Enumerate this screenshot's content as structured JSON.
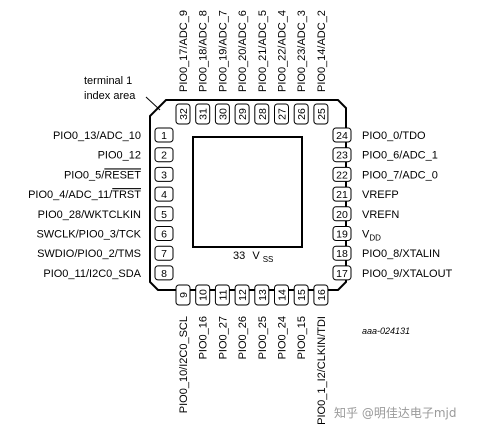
{
  "index_label": [
    "terminal 1",
    "index area"
  ],
  "center_label": "33",
  "center_sub": "V",
  "center_subscript": "SS",
  "figure_id": "aaa-024131",
  "watermark": "知乎 @明佳达电子mjd",
  "pins": {
    "left": [
      {
        "num": "1",
        "name": "PIO0_13/ADC_10"
      },
      {
        "num": "2",
        "name": "PIO0_12"
      },
      {
        "num": "3",
        "name": "PIO0_5/",
        "over": "RESET"
      },
      {
        "num": "4",
        "name": "PIO0_4/ADC_11/",
        "over": "TRST"
      },
      {
        "num": "5",
        "name": "PIO0_28/WKTCLKIN"
      },
      {
        "num": "6",
        "name": "SWCLK/PIO0_3/TCK"
      },
      {
        "num": "7",
        "name": "SWDIO/PIO0_2/TMS"
      },
      {
        "num": "8",
        "name": "PIO0_11/I2C0_SDA"
      }
    ],
    "bottom": [
      {
        "num": "9",
        "name": "PIO0_10/I2C0_SCL"
      },
      {
        "num": "10",
        "name": "PIO0_16"
      },
      {
        "num": "11",
        "name": "PIO0_27"
      },
      {
        "num": "12",
        "name": "PIO0_26"
      },
      {
        "num": "13",
        "name": "PIO0_25"
      },
      {
        "num": "14",
        "name": "PIO0_24"
      },
      {
        "num": "15",
        "name": "PIO0_15"
      },
      {
        "num": "16",
        "name": "PIO0_1_I2/CLKIN/TDI"
      }
    ],
    "right": [
      {
        "num": "24",
        "name": "PIO0_0/TDO"
      },
      {
        "num": "23",
        "name": "PIO0_6/ADC_1"
      },
      {
        "num": "22",
        "name": "PIO0_7/ADC_0"
      },
      {
        "num": "21",
        "name": "VREFP"
      },
      {
        "num": "20",
        "name": "VREFN"
      },
      {
        "num": "19",
        "name": "V",
        "sub": "DD"
      },
      {
        "num": "18",
        "name": "PIO0_8/XTALIN"
      },
      {
        "num": "17",
        "name": "PIO0_9/XTALOUT"
      }
    ],
    "top": [
      {
        "num": "32",
        "name": "PIO0_17/ADC_9"
      },
      {
        "num": "31",
        "name": "PIO0_18/ADC_8"
      },
      {
        "num": "30",
        "name": "PIO0_19/ADC_7"
      },
      {
        "num": "29",
        "name": "PIO0_20/ADC_6"
      },
      {
        "num": "28",
        "name": "PIO0_21/ADC_5"
      },
      {
        "num": "27",
        "name": "PIO0_22/ADC_4"
      },
      {
        "num": "26",
        "name": "PIO0_23/ADC_3"
      },
      {
        "num": "25",
        "name": "PIO0_14/ADC_2"
      }
    ]
  }
}
